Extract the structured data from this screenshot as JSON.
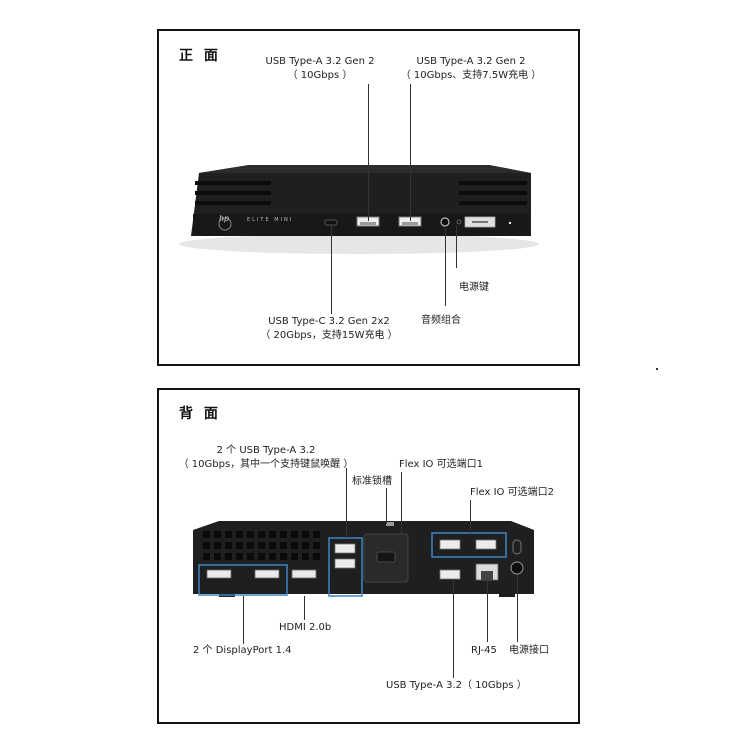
{
  "front": {
    "title": "正 面",
    "usb_a_left": {
      "line1": "USB Type-A 3.2 Gen 2",
      "line2": "（ 10Gbps ）"
    },
    "usb_a_right": {
      "line1": "USB Type-A 3.2 Gen 2",
      "line2": "（ 10Gbps、支持7.5W充电 ）"
    },
    "usb_c": {
      "line1": "USB Type-C 3.2 Gen 2x2",
      "line2": "（ 20Gbps，支持15W充电 ）"
    },
    "power_button": "电源键",
    "audio_combo": "音频组合",
    "device_brand": "ELITE MINI",
    "logo": "hp"
  },
  "rear": {
    "title": "背 面",
    "dual_usb_a": {
      "line1": "2 个 USB Type-A 3.2",
      "line2": "（ 10Gbps，其中一个支持键鼠唤醒 ）"
    },
    "lock_slot": "标准锁槽",
    "flex_io_1": "Flex IO 可选端口1",
    "flex_io_2": "Flex IO 可选端口2",
    "hdmi": "HDMI 2.0b",
    "displayport": "2 个 DisplayPort 1.4",
    "rj45": "RJ-45",
    "power_port": "电源接口",
    "usb_a_single": "USB Type-A 3.2（ 10Gbps ）"
  },
  "colors": {
    "highlight_box": "#3f86c6",
    "device_body": "#1f1f21",
    "border": "#111111"
  }
}
